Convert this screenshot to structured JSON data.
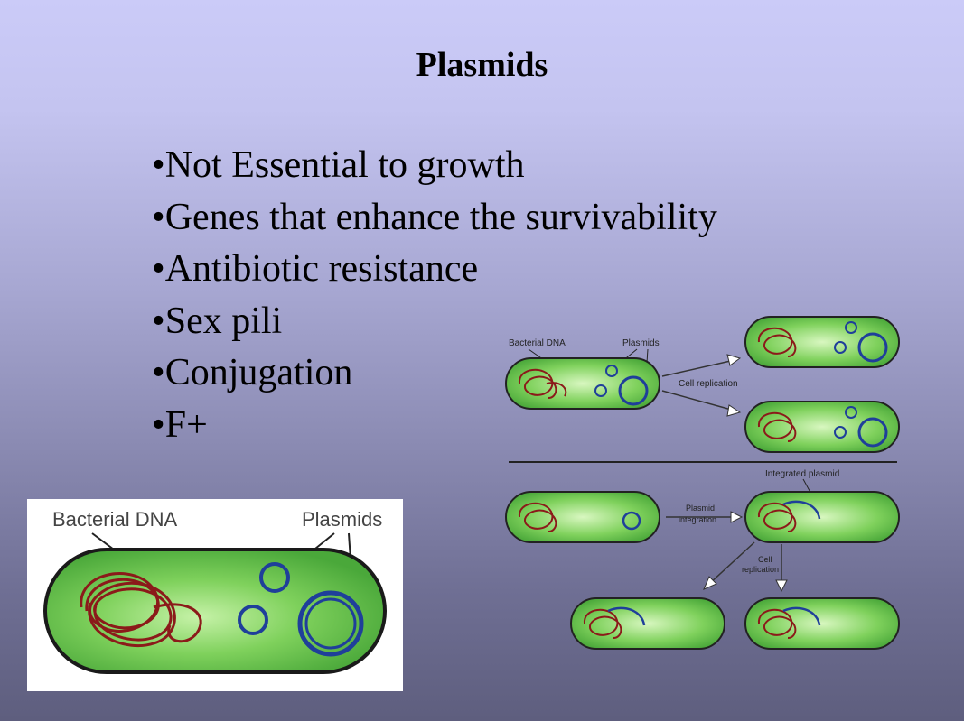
{
  "slide": {
    "title": "Plasmids",
    "bullets": [
      "Not Essential to growth",
      "Genes that enhance the survivability",
      "Antibiotic resistance",
      "Sex pili",
      "Conjugation",
      "F+"
    ]
  },
  "small_figure": {
    "bacterial_dna_label": "Bacterial DNA",
    "plasmids_label": "Plasmids",
    "background": "#ffffff",
    "cell_color": "#5cc244"
  },
  "diagram": {
    "bacterial_dna_label": "Bacterial DNA",
    "plasmids_label": "Plasmids",
    "cell_replication_label": "Cell replication",
    "integrated_plasmid_label": "Integrated plasmid",
    "plasmid_integration_label_1": "Plasmid",
    "plasmid_integration_label_2": "integration",
    "cell_replication_label_1": "Cell",
    "cell_replication_label_2": "replication"
  },
  "colors": {
    "cell_green": "#5cc244",
    "dna_red": "#8b1a1a",
    "plasmid_blue": "#1f3f9a"
  }
}
